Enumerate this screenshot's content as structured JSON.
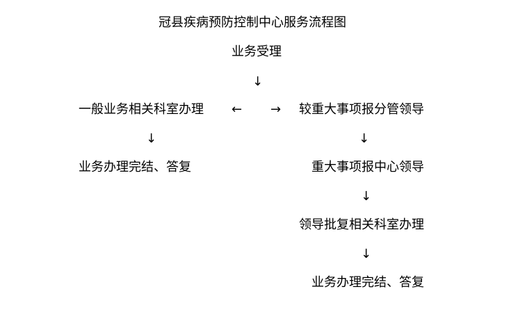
{
  "title": "冠县疾病预防控制中心服务流程图",
  "nodes": {
    "start": "业务受理",
    "left_branch": "一般业务相关科室办理",
    "left_end": "业务办理完结、答复",
    "right_branch": "较重大事项报分管领导",
    "right_step2": "重大事项报中心领导",
    "right_step3": "领导批复相关科室办理",
    "right_end": "业务办理完结、答复"
  },
  "arrows": {
    "down": "↓",
    "left": "←",
    "right": "→"
  }
}
